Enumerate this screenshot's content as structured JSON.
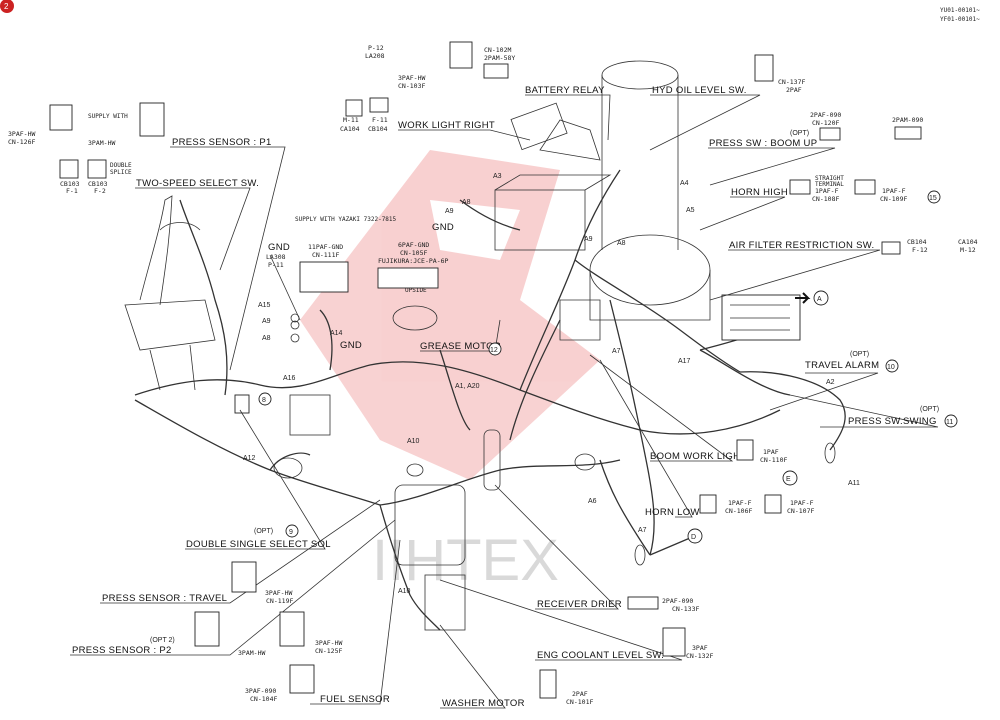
{
  "header": {
    "ref_line1": "YU01-00101~",
    "ref_line2": "YF01-00101~",
    "page_mark": "2"
  },
  "watermark": "IIHTEX",
  "labels": {
    "press_sensor_p1": "PRESS SENSOR : P1",
    "two_speed": "TWO-SPEED SELECT SW.",
    "battery_relay": "BATTERY RELAY",
    "hyd_oil": "HYD OIL LEVEL SW.",
    "work_light_right": "WORK LIGHT RIGHT",
    "press_sw_boom_up_opt": "(OPT)",
    "press_sw_boom_up": "PRESS SW : BOOM UP",
    "horn_high": "HORN HIGH",
    "air_filter": "AIR FILTER RESTRICTION SW.",
    "gnd_title": "GND",
    "grease_motor": "GREASE MOTOR",
    "travel_alarm_opt": "(OPT)",
    "travel_alarm": "TRAVEL ALARM",
    "press_sw_swing_opt": "(OPT)",
    "press_sw_swing": "PRESS SW.SWING",
    "boom_work_light": "BOOM WORK LIGHT",
    "horn_low": "HORN LOW",
    "double_select_opt": "(OPT)",
    "double_select": "DOUBLE SINGLE SELECT SOL",
    "press_sensor_travel": "PRESS SENSOR : TRAVEL",
    "press_sensor_p2_opt": "(OPT 2)",
    "press_sensor_p2": "PRESS SENSOR : P2",
    "receiver_drier": "RECEIVER DRIER",
    "eng_coolant": "ENG COOLANT LEVEL SW.",
    "fuel_sensor": "FUEL SENSOR",
    "washer_motor": "WASHER MOTOR"
  },
  "codes": {
    "p1_left": "3PAF-HW",
    "p1_left2": "CN-126F",
    "p1_bottom": "3PAM-HW",
    "supply_with": "SUPPLY WITH",
    "cb103_a": "CB103",
    "cb103_a2": "F-1",
    "cb103_b": "CB103",
    "cb103_b2": "F-2",
    "double_splice": "DOUBLE",
    "splice": "SPLICE",
    "p12": "P-12",
    "la208": "LA208",
    "battery_a": "3PAF-HW",
    "battery_b": "CN-103F",
    "cn102m": "CN-102M",
    "cn102m_b": "2PAM-58Y",
    "m11": "M-11",
    "ca104": "CA104",
    "cb104": "CB104",
    "f11": "F-11",
    "cn137f": "CN-137F",
    "cn137f_b": "2PAF",
    "boom_a": "2PAF-090",
    "boom_b": "CN-120F",
    "boom_c": "2PAM-090",
    "horn_a": "1PAF-F",
    "horn_b": "CN-108F",
    "horn_c": "1PAF-F",
    "horn_d": "CN-109F",
    "straight": "STRAIGHT",
    "terminal": "TERMINAL",
    "air_cb104": "CB104",
    "air_f12": "F-12",
    "air_ca104": "CA104",
    "air_m12": "M-12",
    "yazaki": "SUPPLY WITH YAZAKI 7322-7815",
    "gnd_la": "LA308",
    "gnd_p11": "P-11",
    "gnd_11": "11PAF-GND",
    "gnd_111": "CN-111F",
    "gnd_6": "6PAF-GND",
    "gnd_105": "CN-105F",
    "fujikura": "FUJIKURA:JCE-PA-6P",
    "upside": "UPSIDE",
    "a1": "A1",
    "a2": "A2",
    "a3": "A3",
    "a4": "A4",
    "a5": "A5",
    "a6": "A6",
    "a7": "A7",
    "a8": "A8",
    "a9": "A9",
    "a10": "A10",
    "a11": "A11",
    "a12": "A12",
    "a14": "A14",
    "a15": "A15",
    "a16": "A16",
    "a17": "A17",
    "a1a20": "A1, A20",
    "gnd": "GND",
    "bwl_a": "1PAF",
    "bwl_b": "CN-110F",
    "hl_a": "1PAF-F",
    "hl_b": "CN-106F",
    "hl_c": "1PAF-F",
    "hl_d": "CN-107F",
    "pst_a": "3PAF-HW",
    "pst_b": "CN-119F",
    "p2_a": "3PAF-HW",
    "p2_b": "CN-125F",
    "p2_c": "3PAM-HW",
    "fuel_a": "3PAF-090",
    "fuel_b": "CN-104F",
    "rd_a": "2PAF-090",
    "rd_b": "CN-133F",
    "ec_a": "3PAF",
    "ec_b": "CN-132F",
    "wm_a": "2PAF",
    "wm_b": "CN-101F"
  },
  "circle_refs": {
    "grease": "12",
    "travel_alarm": "10",
    "swing": "11",
    "horn_high": "15",
    "double_sel": "9",
    "sol": "8",
    "A": "A",
    "D": "D",
    "E": "E"
  }
}
